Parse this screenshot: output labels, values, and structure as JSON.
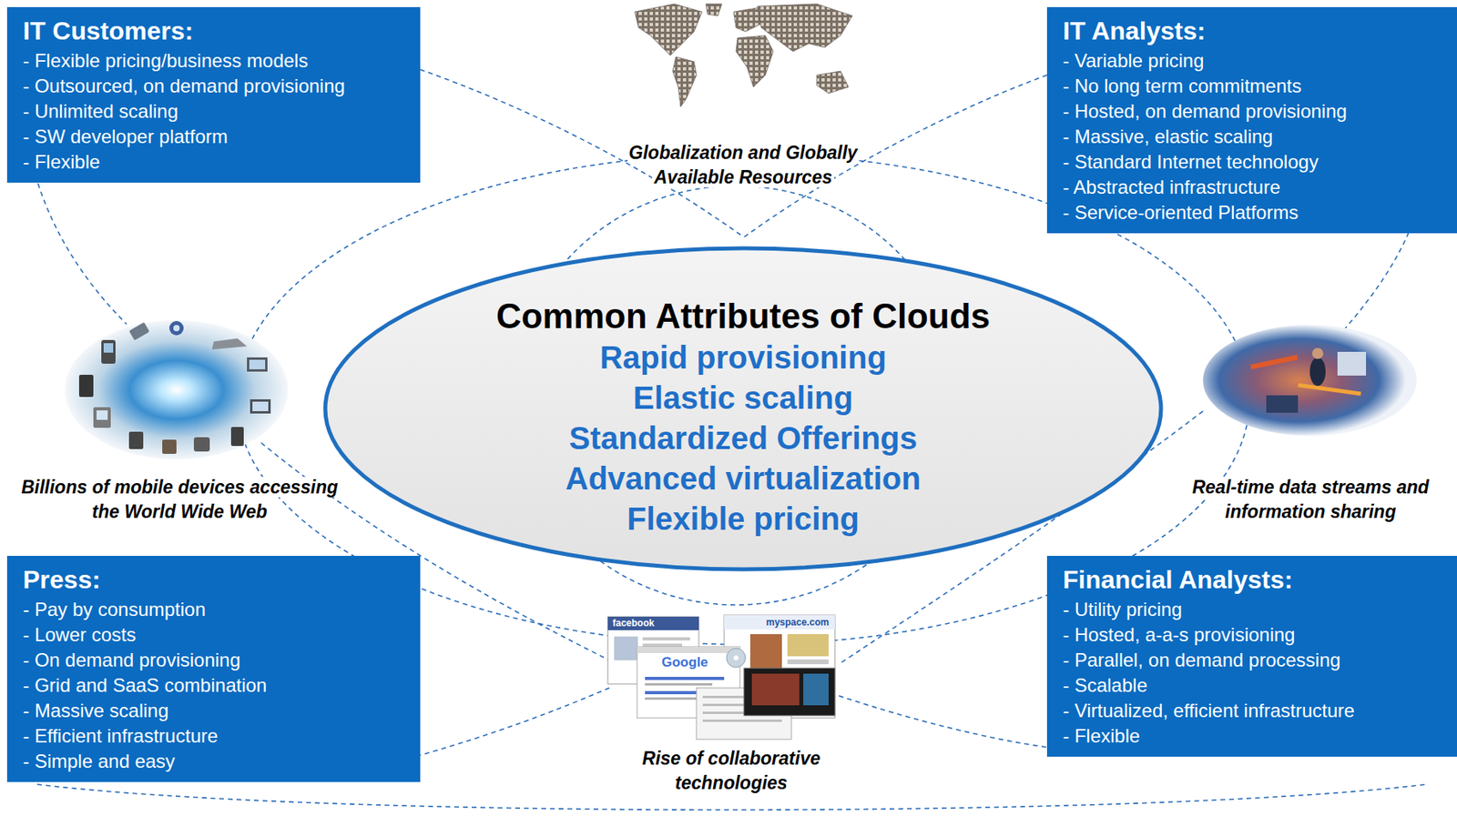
{
  "diagram": {
    "nodes": [
      {
        "text": [
          "IT Customers:",
          "- Flexible pricing/business models",
          "- Outsourced, on demand provisioning",
          "- Unlimited scaling",
          "- SW developer platform",
          "- Flexible"
        ]
      },
      {
        "text": [
          "IT Analysts:",
          "- Variable pricing",
          "- No long term commitments",
          "- Hosted, on demand provisioning",
          "- Massive, elastic scaling",
          "- Standard Internet technology",
          "- Abstracted infrastructure",
          "- Service-oriented Platforms"
        ]
      },
      {
        "text": [
          "Common Attributes of Clouds",
          "Rapid provisioning",
          "Elastic scaling",
          "Standardized Offerings",
          "Advanced virtualization",
          "Flexible pricing"
        ]
      },
      {
        "text": [
          "Press:",
          "- Pay by consumption",
          "- Lower costs",
          "- On demand provisioning",
          "- Grid and SaaS combination",
          "- Massive scaling",
          "- Efficient infrastructure",
          "- Simple and easy"
        ]
      },
      {
        "text": [
          "Financial Analysts:",
          "- Utility pricing",
          "- Hosted, a-a-s provisioning",
          "- Parallel, on demand processing",
          "- Scalable",
          "- Virtualized, efficient infrastructure",
          "- Flexible"
        ]
      }
    ],
    "labels": [
      "Globalization and Globally Available Resources",
      "Billions of mobile devices accessing the World Wide Web",
      "Real-time data streams and information sharing",
      "facebook",
      "myspace.com",
      "Google",
      "Rise of collaborative technologies"
    ]
  }
}
